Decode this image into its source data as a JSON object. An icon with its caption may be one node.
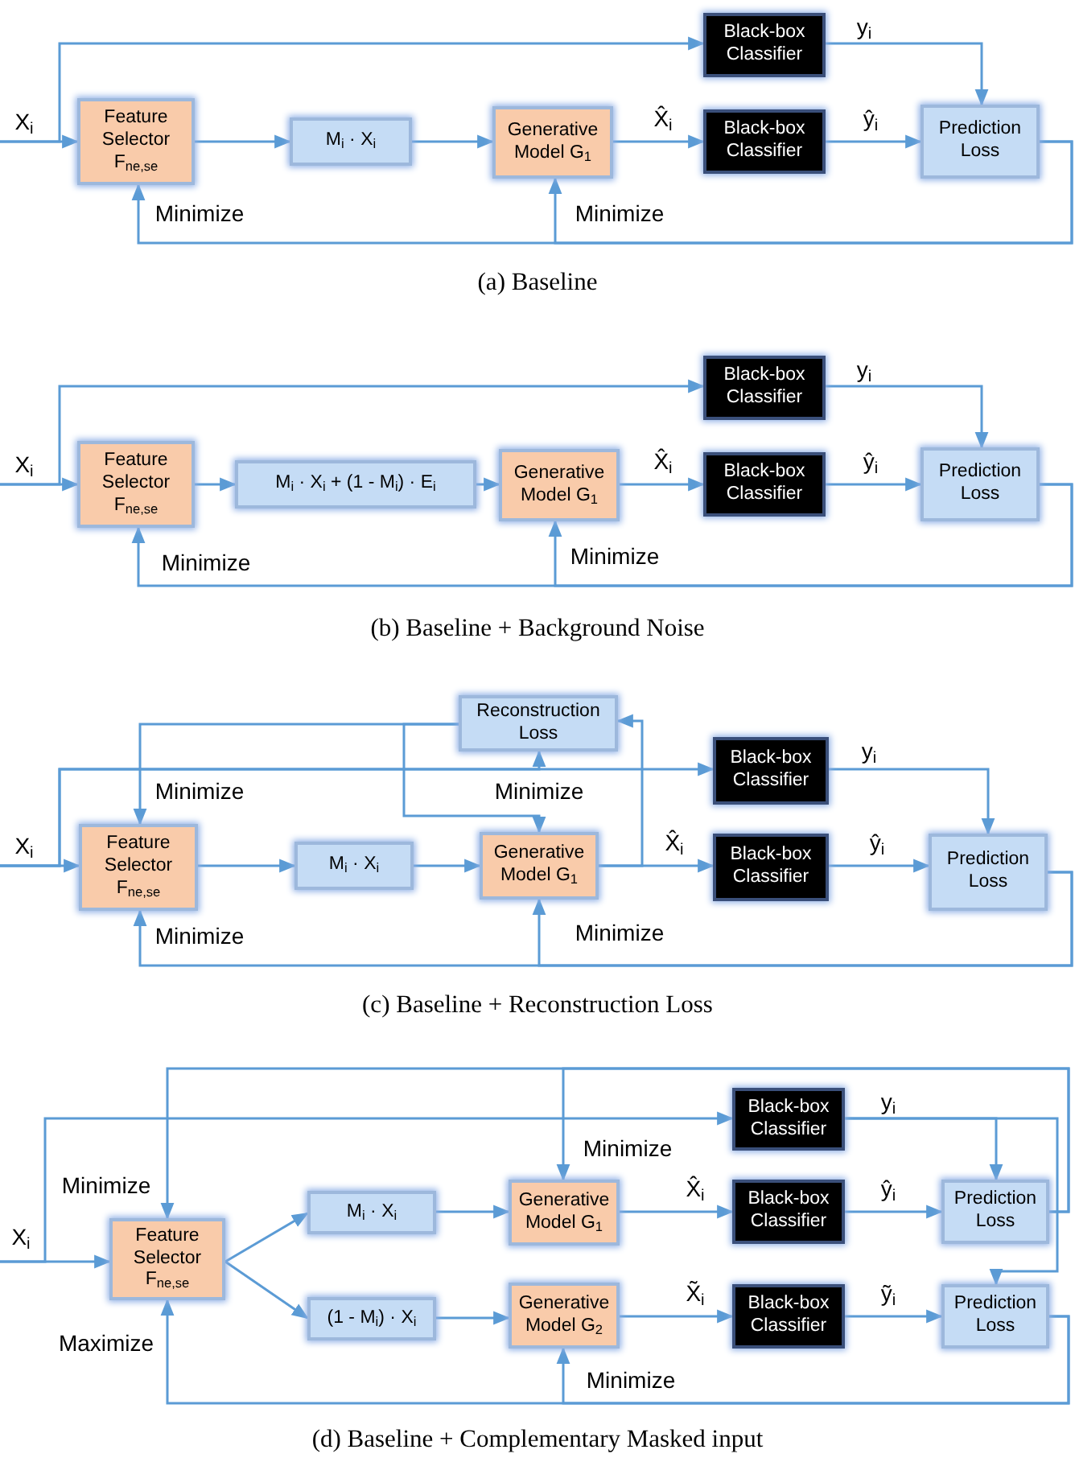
{
  "diagram": {
    "nodes": [
      {
        "text": [
          "Black-box Classifier"
        ]
      },
      {
        "text": [
          "Feature Selector",
          "F$_{ne,se}$"
        ]
      },
      {
        "text": [
          "M$_{i}$ · X$_{i}$"
        ]
      },
      {
        "text": [
          "Generative Model G$_{1}$"
        ]
      },
      {
        "text": [
          "Black-box Classifier"
        ]
      },
      {
        "text": [
          "Prediction Loss"
        ]
      },
      {
        "text": [
          "Black-box Classifier"
        ]
      },
      {
        "text": [
          "Feature Selector",
          "F$_{ne,se}$"
        ]
      },
      {
        "text": [
          "M$_{i}$ · X$_{i}$ + (1 - M$_{i}$) · E$_{i}$"
        ]
      },
      {
        "text": [
          "Generative Model G$_{1}$"
        ]
      },
      {
        "text": [
          "Black-box Classifier"
        ]
      },
      {
        "text": [
          "Prediction Loss"
        ]
      },
      {
        "text": [
          "Reconstruction Loss"
        ]
      },
      {
        "text": [
          "Black-box Classifier"
        ]
      },
      {
        "text": [
          "Feature Selector",
          "F$_{ne,se}$"
        ]
      },
      {
        "text": [
          "M$_{i}$ · X$_{i}$"
        ]
      },
      {
        "text": [
          "Generative Model G$_{1}$"
        ]
      },
      {
        "text": [
          "Black-box Classifier"
        ]
      },
      {
        "text": [
          "Prediction Loss"
        ]
      },
      {
        "text": [
          "Black-box Classifier"
        ]
      },
      {
        "text": [
          "Feature Selector",
          "F$_{ne,se}$"
        ]
      },
      {
        "text": [
          "M$_{i}$ · X$_{i}$"
        ]
      },
      {
        "text": [
          "(1 - M$_{i}$) · X$_{i}$"
        ]
      },
      {
        "text": [
          "Generative Model G$_{1}$"
        ]
      },
      {
        "text": [
          "Generative Model G$_{2}$"
        ]
      },
      {
        "text": [
          "Black-box Classifier"
        ]
      },
      {
        "text": [
          "Black-box Classifier"
        ]
      },
      {
        "text": [
          "Prediction Loss"
        ]
      },
      {
        "text": [
          "Prediction Loss"
        ]
      }
    ],
    "edges": [
      {
        "from": null,
        "to": 1,
        "arrow": "to",
        "label": "X$_{i}$"
      },
      {
        "from": null,
        "to": 0,
        "arrow": "to"
      },
      {
        "from": 1,
        "to": 2,
        "arrow": "to"
      },
      {
        "from": 2,
        "to": 3,
        "arrow": "to"
      },
      {
        "from": 3,
        "to": 4,
        "arrow": "to",
        "label": "X̂$_{i}$"
      },
      {
        "from": 4,
        "to": 5,
        "arrow": "to",
        "label": "ŷ$_{i}$"
      },
      {
        "from": 0,
        "to": 5,
        "arrow": "to",
        "label": "y$_{i}$"
      },
      {
        "from": 5,
        "to": 1,
        "arrow": "to",
        "label": "Minimize"
      },
      {
        "from": 5,
        "to": 3,
        "arrow": "to",
        "label": "Minimize"
      },
      {
        "from": null,
        "to": 7,
        "arrow": "to",
        "label": "X$_{i}$"
      },
      {
        "from": null,
        "to": 6,
        "arrow": "to"
      },
      {
        "from": 7,
        "to": 8,
        "arrow": "to"
      },
      {
        "from": 8,
        "to": 9,
        "arrow": "to"
      },
      {
        "from": 9,
        "to": 10,
        "arrow": "to",
        "label": "X̂$_{i}$"
      },
      {
        "from": 10,
        "to": 11,
        "arrow": "to",
        "label": "ŷ$_{i}$"
      },
      {
        "from": 6,
        "to": 11,
        "arrow": "to",
        "label": "y$_{i}$"
      },
      {
        "from": 11,
        "to": 7,
        "arrow": "to",
        "label": "Minimize"
      },
      {
        "from": 11,
        "to": 9,
        "arrow": "to",
        "label": "Minimize"
      },
      {
        "from": null,
        "to": 14,
        "arrow": "to",
        "label": "X$_{i}$"
      },
      {
        "from": null,
        "to": 13,
        "arrow": "to"
      },
      {
        "from": null,
        "to": 12,
        "arrow": "to"
      },
      {
        "from": 14,
        "to": 15,
        "arrow": "to"
      },
      {
        "from": 15,
        "to": 16,
        "arrow": "to"
      },
      {
        "from": 16,
        "to": 17,
        "arrow": "to",
        "label": "X̂$_{i}$"
      },
      {
        "from": 16,
        "to": 12,
        "arrow": "to"
      },
      {
        "from": 17,
        "to": 18,
        "arrow": "to",
        "label": "ŷ$_{i}$"
      },
      {
        "from": 13,
        "to": 18,
        "arrow": "to",
        "label": "y$_{i}$"
      },
      {
        "from": 12,
        "to": 14,
        "arrow": "to",
        "label": "Minimize"
      },
      {
        "from": 12,
        "to": 16,
        "arrow": "to",
        "label": "Minimize"
      },
      {
        "from": 18,
        "to": 14,
        "arrow": "to",
        "label": "Minimize"
      },
      {
        "from": 18,
        "to": 16,
        "arrow": "to",
        "label": "Minimize"
      },
      {
        "from": null,
        "to": 20,
        "arrow": "to",
        "label": "X$_{i}$"
      },
      {
        "from": null,
        "to": 19,
        "arrow": "to"
      },
      {
        "from": 20,
        "to": 21,
        "arrow": "to"
      },
      {
        "from": 20,
        "to": 22,
        "arrow": "to"
      },
      {
        "from": 21,
        "to": 23,
        "arrow": "to"
      },
      {
        "from": 22,
        "to": 24,
        "arrow": "to"
      },
      {
        "from": 23,
        "to": 25,
        "arrow": "to",
        "label": "X̂$_{i}$"
      },
      {
        "from": 24,
        "to": 26,
        "arrow": "to",
        "label": "X̃$_{i}$"
      },
      {
        "from": 25,
        "to": 27,
        "arrow": "to",
        "label": "ŷ$_{i}$"
      },
      {
        "from": 26,
        "to": 28,
        "arrow": "to",
        "label": "ỹ$_{i}$"
      },
      {
        "from": 19,
        "to": 27,
        "arrow": "to",
        "label": "y$_{i}$"
      },
      {
        "from": 19,
        "to": 28,
        "arrow": "to"
      },
      {
        "from": 27,
        "to": 20,
        "arrow": "to",
        "label": "Minimize"
      },
      {
        "from": 27,
        "to": 23,
        "arrow": "to",
        "label": "Minimize"
      },
      {
        "from": 28,
        "to": 20,
        "arrow": "to",
        "label": "Maximize"
      },
      {
        "from": 28,
        "to": 24,
        "arrow": "to",
        "label": "Minimize"
      }
    ],
    "labels": [
      "(a) Baseline",
      "(b) Baseline + Background Noise",
      "(c) Baseline + Reconstruction Loss",
      "(d) Baseline + Complementary Masked input"
    ]
  }
}
